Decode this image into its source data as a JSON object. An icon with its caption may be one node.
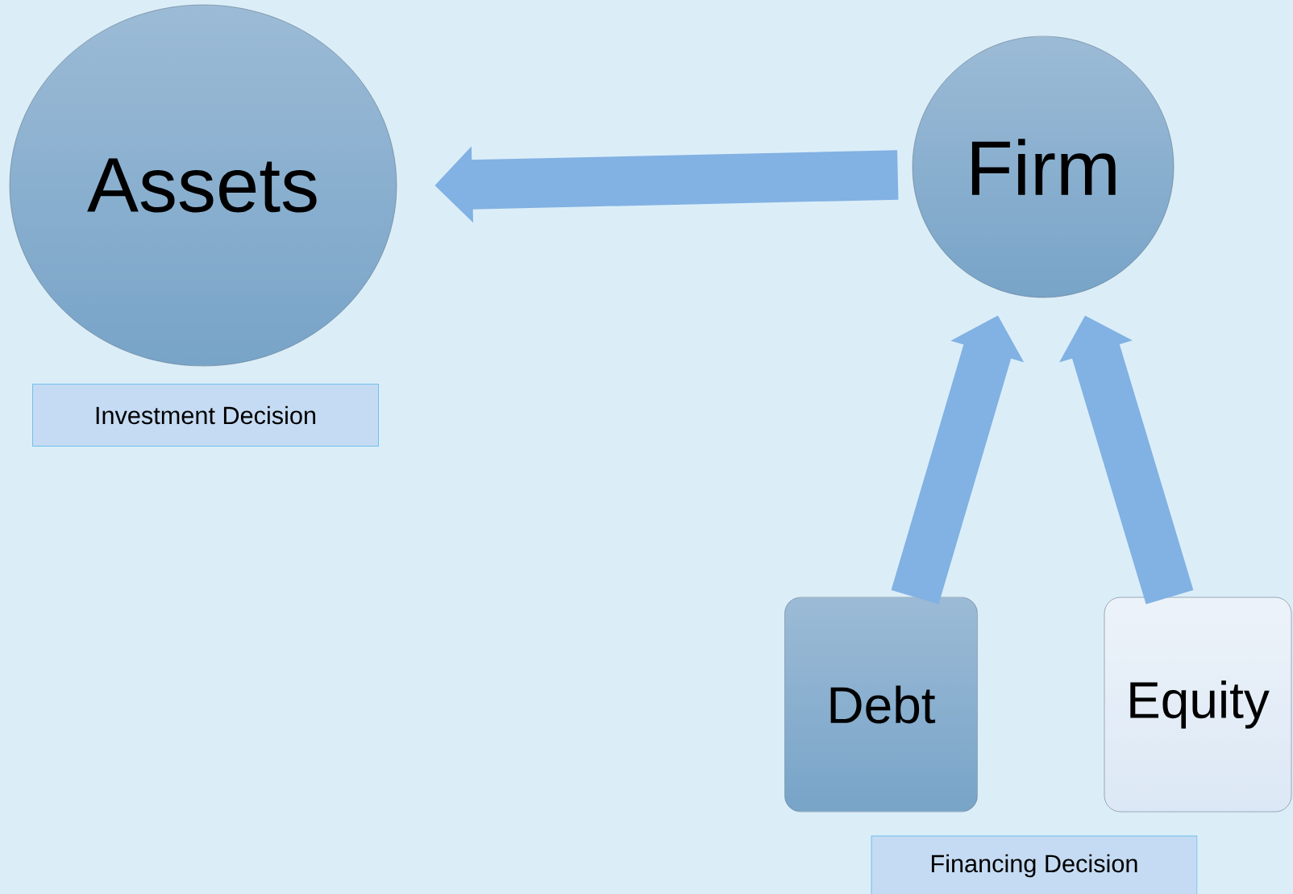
{
  "diagram": {
    "nodes": [
      {
        "text": [
          "Assets"
        ]
      },
      {
        "text": [
          "Investment Decision"
        ]
      },
      {
        "text": [
          "Firm"
        ]
      },
      {
        "text": [
          "Debt"
        ]
      },
      {
        "text": [
          "Equity"
        ]
      },
      {
        "text": [
          "Financing Decision"
        ]
      }
    ],
    "edges": [
      {
        "from": 2,
        "to": 0,
        "arrow": "to"
      },
      {
        "from": 3,
        "to": 2,
        "arrow": "to"
      },
      {
        "from": 4,
        "to": 2,
        "arrow": "to"
      }
    ]
  }
}
